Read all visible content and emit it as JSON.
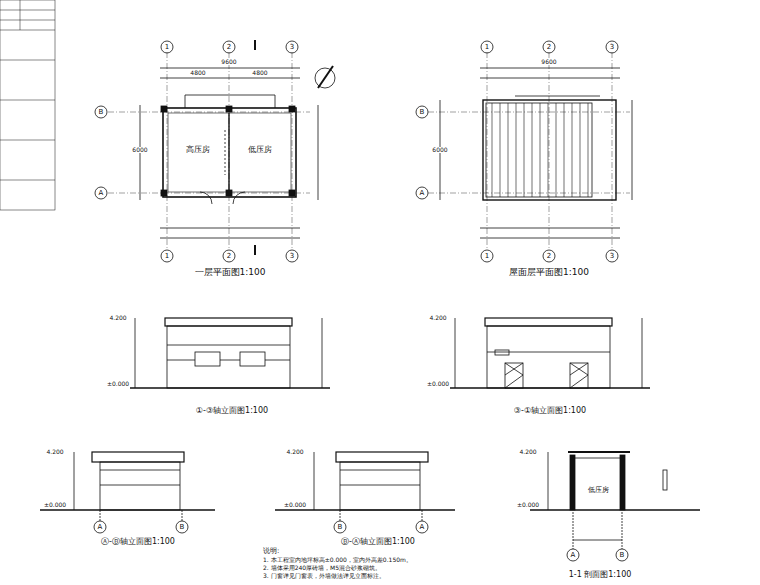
{
  "diagram": {
    "labels": [
      "一层平面图1:100",
      "屋面层平面图1:100",
      "①-③轴立面图1:100",
      "③-①轴立面图1:100",
      "Ⓐ-Ⓑ轴立面图1:100",
      "Ⓑ-Ⓐ轴立面图1:100",
      "1-1 剖面图1:100",
      "高压房",
      "低压房",
      "低压房",
      "1",
      "2",
      "3",
      "1",
      "2",
      "3",
      "1",
      "2",
      "3",
      "1",
      "2",
      "3",
      "B",
      "A",
      "B",
      "A",
      "A",
      "B",
      "B",
      "A",
      "A",
      "B",
      "4800",
      "4800",
      "9600",
      "6000",
      "9600",
      "6000",
      "±0.000",
      "4.200",
      "±0.000",
      "4.200",
      "±0.000",
      "4.200",
      "±0.000",
      "4.200",
      "±0.000",
      "4.200",
      "说明:",
      "1. 本工程室内地坪标高±0.000，室内外高差0.150m。",
      "2. 墙体采用240厚砖墙，M5混合砂浆砌筑。",
      "3. 门窗详见门窗表，外墙做法详见立面标注。"
    ]
  }
}
